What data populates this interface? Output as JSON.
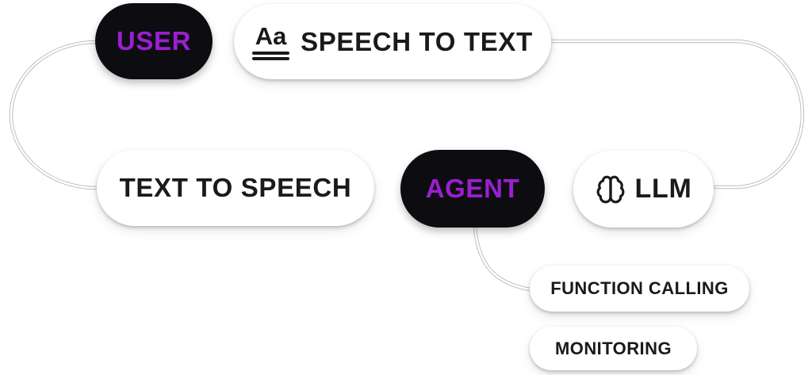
{
  "colors": {
    "background": "#ffffff",
    "node_dark": "#0d0d11",
    "node_light": "#ffffff",
    "accent_purple": "#9b1fd2",
    "text_dark": "#1a1a1a",
    "connector_core": "#ffffff",
    "connector_edge": "#bdbdbd"
  },
  "nodes": {
    "user": {
      "label": "USER",
      "style": "dark"
    },
    "speech_to_text": {
      "label": "SPEECH TO TEXT",
      "style": "light",
      "icon": "text-format-icon",
      "icon_glyph": "Aa"
    },
    "text_to_speech": {
      "label": "TEXT TO SPEECH",
      "style": "light"
    },
    "agent": {
      "label": "AGENT",
      "style": "dark"
    },
    "llm": {
      "label": "LLM",
      "style": "light",
      "icon": "brain-icon"
    },
    "function_calling": {
      "label": "FUNCTION CALLING",
      "style": "light"
    },
    "monitoring": {
      "label": "MONITORING",
      "style": "light"
    }
  },
  "connectors": [
    {
      "from": "user",
      "to": "text_to_speech"
    },
    {
      "from": "speech_to_text",
      "to": "llm"
    },
    {
      "from": "agent",
      "to": "function_calling"
    }
  ]
}
